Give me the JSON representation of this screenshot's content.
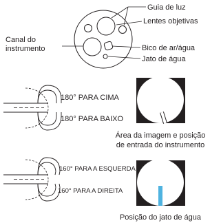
{
  "tip": {
    "labels": {
      "light_guide": "Guia de luz",
      "objective_lens": "Lentes objetivas",
      "instrument_channel": [
        "Canal do",
        "instrumento"
      ],
      "air_water_nozzle": "Bico de ar/água",
      "water_jet": "Jato de água"
    }
  },
  "bending": {
    "up_down": {
      "up": "180° PARA CIMA",
      "down": "180° PARA BAIXO"
    },
    "left_right": {
      "left": "160° PARA A ESQUERDA",
      "right": "160° PARA A DIREITA"
    }
  },
  "views": {
    "image_area": {
      "caption": [
        "Área da imagem e posição",
        "de entrada do instrumento"
      ]
    },
    "water_jet": {
      "caption": "Posição do jato de água",
      "accent": "#4fb3e0"
    }
  }
}
